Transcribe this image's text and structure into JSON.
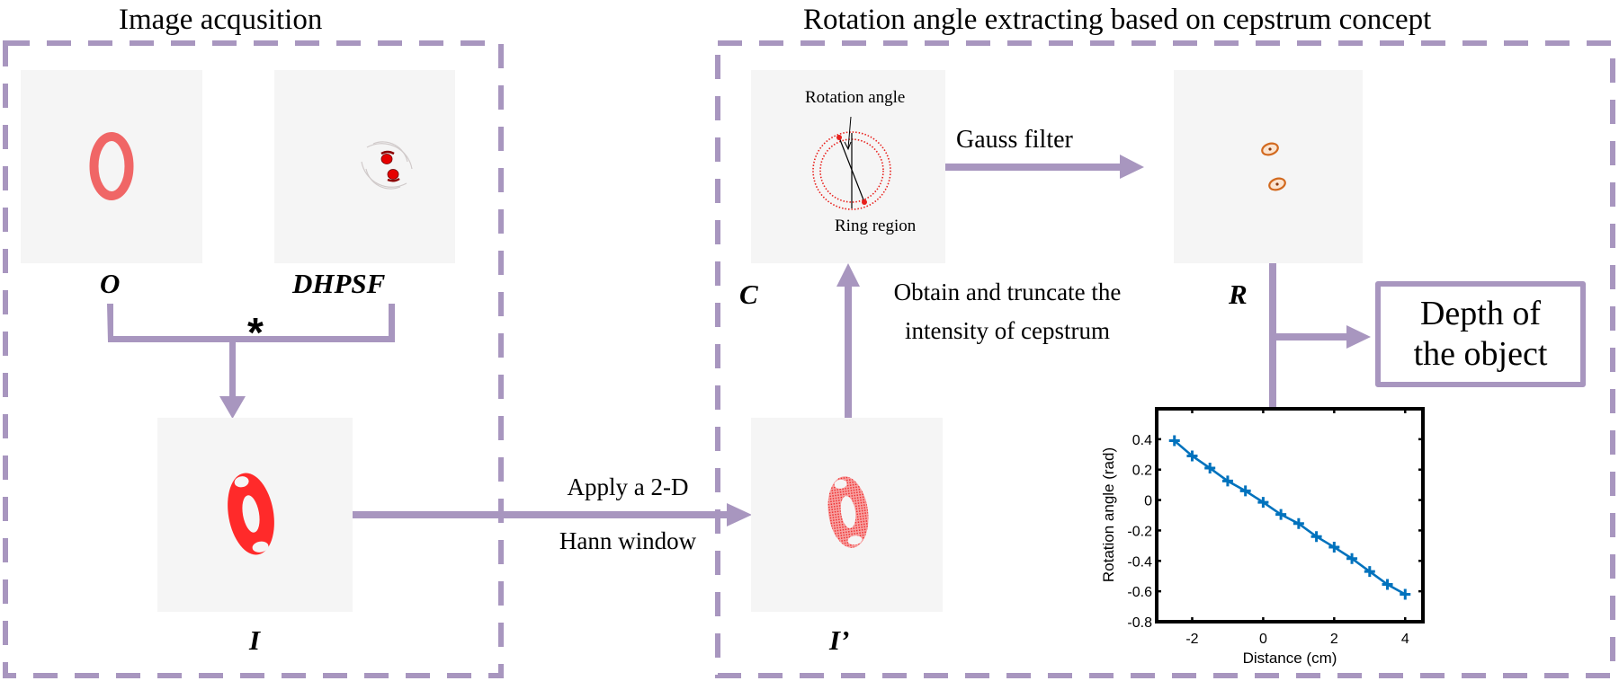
{
  "colors": {
    "flow": "#a896bf",
    "panel_bg": "#f5f5f5",
    "object_red": "#f06666",
    "psf_red": "#e60000",
    "psf_dark": "#8b0000",
    "ring_red": "#e8201c",
    "gauss_orange": "#d2691e",
    "series_blue": "#0072bd"
  },
  "sections": {
    "acquisition": {
      "title": "Image acqusition"
    },
    "extraction": {
      "title": "Rotation angle extracting based on cepstrum concept"
    }
  },
  "panels": {
    "object": {
      "label": "O",
      "glyph": "0"
    },
    "dhpsf": {
      "label": "DHPSF"
    },
    "image": {
      "label": "I"
    },
    "windowed": {
      "label": "I’"
    },
    "cepstrum": {
      "label": "C",
      "annotation_top": "Rotation angle",
      "annotation_bottom": "Ring region"
    },
    "result": {
      "label": "R"
    }
  },
  "operators": {
    "convolution": "*"
  },
  "steps": {
    "hann_line1": "Apply  a 2-D",
    "hann_line2": "Hann window",
    "cepstrum_line1": "Obtain and truncate the",
    "cepstrum_line2": "intensity  of cepstrum",
    "gauss": "Gauss filter"
  },
  "output": {
    "line1": "Depth of",
    "line2": "the object"
  },
  "chart_data": {
    "type": "line",
    "title": "",
    "xlabel": "Distance (cm)",
    "ylabel": "Rotation angle (rad)",
    "xlim": [
      -3,
      4.5
    ],
    "ylim": [
      -0.8,
      0.6
    ],
    "xticks": [
      -2,
      0,
      2,
      4
    ],
    "yticks": [
      -0.8,
      -0.6,
      -0.4,
      -0.2,
      0,
      0.2,
      0.4
    ],
    "xtick_labels": [
      "-2",
      "0",
      "2",
      "4"
    ],
    "ytick_labels": [
      "-0.8",
      "-0.6",
      "-0.4",
      "-0.2",
      "0",
      "0.2",
      "0.4"
    ],
    "grid": false,
    "marker": "+",
    "series": [
      {
        "name": "Rotation angle",
        "x": [
          -2.5,
          -2,
          -1.5,
          -1,
          -0.5,
          0,
          0.5,
          1,
          1.5,
          2,
          2.5,
          3,
          3.5,
          4
        ],
        "y": [
          0.39,
          0.29,
          0.21,
          0.125,
          0.06,
          -0.015,
          -0.095,
          -0.155,
          -0.24,
          -0.31,
          -0.385,
          -0.47,
          -0.555,
          -0.62
        ]
      }
    ]
  }
}
